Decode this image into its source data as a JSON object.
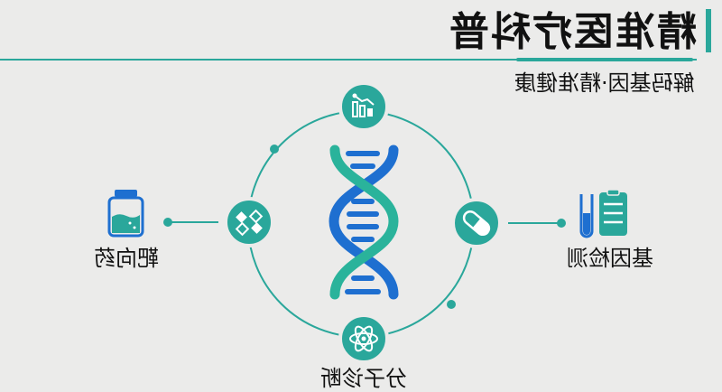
{
  "header": {
    "title": "精准医疗科普",
    "subtitle": "解码基因·精准健康"
  },
  "colors": {
    "teal": "#2aa79b",
    "blue": "#1e6fd0",
    "background": "#ebebea",
    "text": "#111111"
  },
  "diagram": {
    "center": "dna-helix-icon",
    "nodes": [
      {
        "position": "top",
        "icon": "bar-chart-trend-icon"
      },
      {
        "position": "left",
        "icon": "molecule-icon",
        "label": "靶向药",
        "label_icon": "medicine-bottle-icon"
      },
      {
        "position": "right",
        "icon": "capsule-pill-icon",
        "label": "基因检测",
        "label_icon": "test-tube-clipboard-icon"
      },
      {
        "position": "bottom",
        "icon": "atom-icon",
        "label": "分子诊断"
      }
    ]
  },
  "labels": {
    "left": "靶向药",
    "right": "基因检测",
    "bottom": "分子诊断"
  }
}
